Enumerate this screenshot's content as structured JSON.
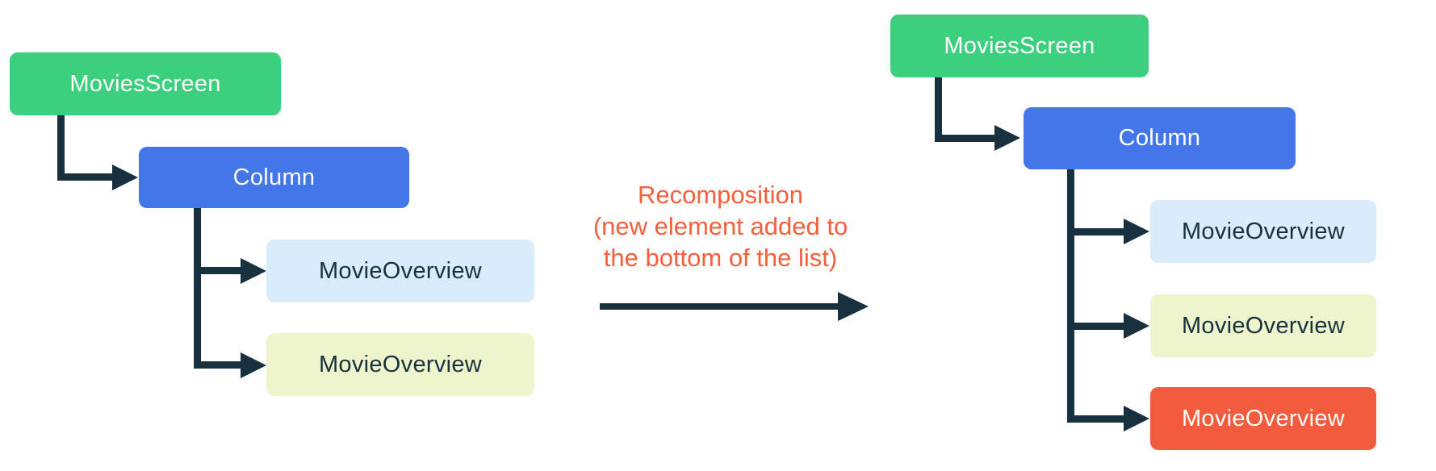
{
  "annotation": {
    "lines": [
      "Recomposition",
      "(new element added to",
      "the bottom of the list)"
    ],
    "color": "#F4603C"
  },
  "trees": {
    "before": {
      "root": {
        "label": "MoviesScreen",
        "color": "#3CCF7D"
      },
      "column": {
        "label": "Column",
        "color": "#4376E8"
      },
      "children": [
        {
          "label": "MovieOverview",
          "color": "#D8ECFB"
        },
        {
          "label": "MovieOverview",
          "color": "#EEF4CC"
        }
      ]
    },
    "after": {
      "root": {
        "label": "MoviesScreen",
        "color": "#3CCF7D"
      },
      "column": {
        "label": "Column",
        "color": "#4376E8"
      },
      "children": [
        {
          "label": "MovieOverview",
          "color": "#D8ECFB"
        },
        {
          "label": "MovieOverview",
          "color": "#EEF4CC"
        },
        {
          "label": "MovieOverview",
          "color": "#F25B3B"
        }
      ]
    }
  },
  "colors": {
    "connector": "#17313E",
    "root_green": "#3CCF7D",
    "column_blue": "#4376E8",
    "child_light_blue": "#D8ECFB",
    "child_light_yellow": "#EEF4CC",
    "child_orange_new": "#F25B3B",
    "annotation_orange": "#F4603C"
  }
}
